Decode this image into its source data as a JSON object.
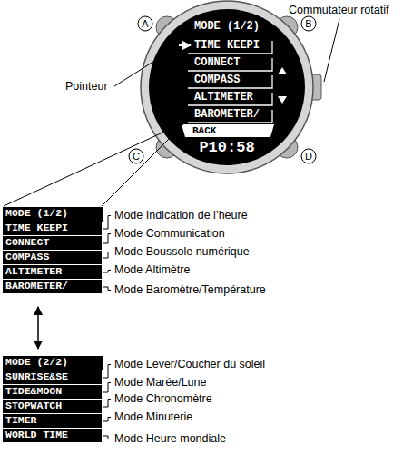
{
  "diagram": {
    "nodes": [
      {
        "text": [
          "MODE (1/2)"
        ]
      },
      {
        "text": [
          "TIME KEEPI"
        ],
        "in": 0
      },
      {
        "text": [
          "CONNECT"
        ],
        "in": 0
      },
      {
        "text": [
          "COMPASS"
        ],
        "in": 0
      },
      {
        "text": [
          "ALTIMETER"
        ],
        "in": 0
      },
      {
        "text": [
          "BAROMETER/"
        ],
        "in": 0
      },
      {
        "text": [
          "MODE (2/2)"
        ]
      },
      {
        "text": [
          "SUNRISE&SE"
        ],
        "in": 6
      },
      {
        "text": [
          "TIDE&MOON"
        ],
        "in": 6
      },
      {
        "text": [
          "STOPWATCH"
        ],
        "in": 6
      },
      {
        "text": [
          "TIMER"
        ],
        "in": 6
      },
      {
        "text": [
          "WORLD TIME"
        ],
        "in": 6
      }
    ],
    "edges": [],
    "labels": [
      "Commutateur rotatif",
      "A",
      "B",
      "C",
      "D",
      "Pointeur",
      "MODE (1/2)",
      "TIME KEEPI",
      "CONNECT",
      "COMPASS",
      "ALTIMETER",
      "BAROMETER/",
      "BACK",
      "P10:58",
      "Mode Indication de l’heure",
      "Mode Communication",
      "Mode Boussole numérique",
      "Mode Altimètre",
      "Mode Baromètre/Température",
      "Mode Lever/Coucher du soleil",
      "Mode Marée/Lune",
      "Mode Chronomètre",
      "Mode Minuterie",
      "Mode Heure mondiale"
    ]
  }
}
